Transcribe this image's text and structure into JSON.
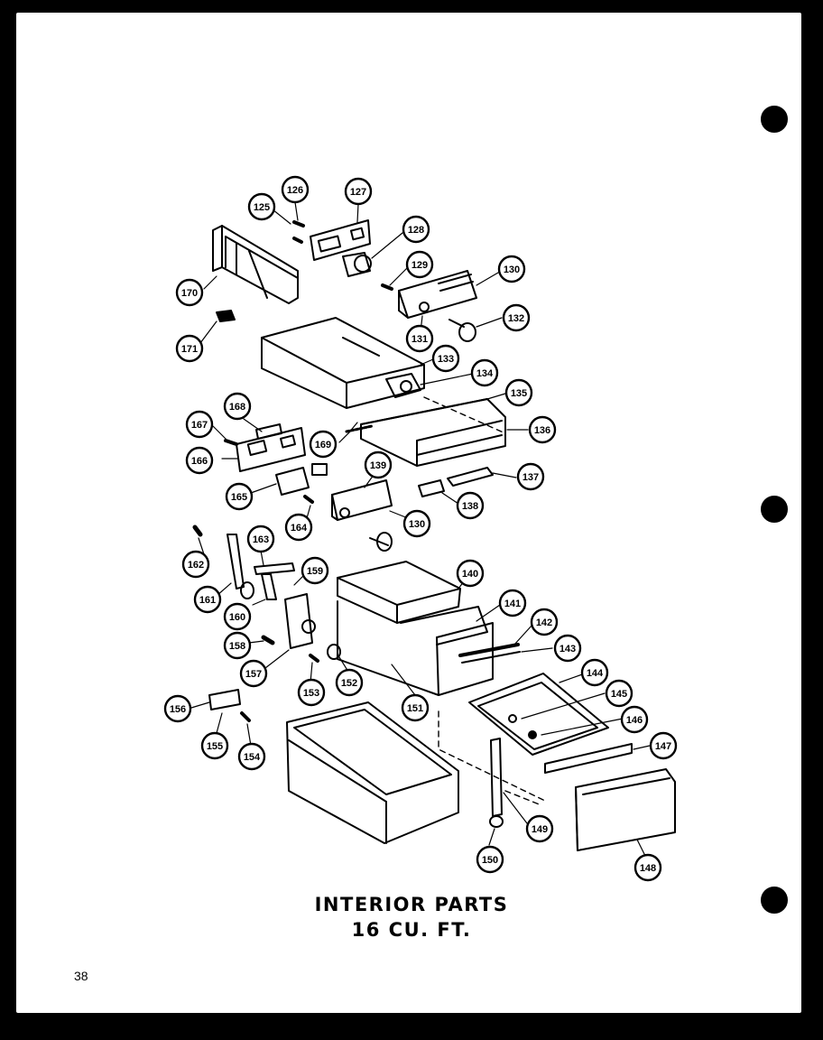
{
  "title": {
    "line1": "INTERIOR PARTS",
    "line2": "16 CU. FT."
  },
  "page_number": "38",
  "callouts": [
    {
      "id": "c125",
      "label": "125"
    },
    {
      "id": "c126",
      "label": "126"
    },
    {
      "id": "c127",
      "label": "127"
    },
    {
      "id": "c128",
      "label": "128"
    },
    {
      "id": "c129",
      "label": "129"
    },
    {
      "id": "c130a",
      "label": "130"
    },
    {
      "id": "c131",
      "label": "131"
    },
    {
      "id": "c132",
      "label": "132"
    },
    {
      "id": "c133",
      "label": "133"
    },
    {
      "id": "c134",
      "label": "134"
    },
    {
      "id": "c135",
      "label": "135"
    },
    {
      "id": "c136",
      "label": "136"
    },
    {
      "id": "c137",
      "label": "137"
    },
    {
      "id": "c138",
      "label": "138"
    },
    {
      "id": "c139",
      "label": "139"
    },
    {
      "id": "c130b",
      "label": "130"
    },
    {
      "id": "c140",
      "label": "140"
    },
    {
      "id": "c141",
      "label": "141"
    },
    {
      "id": "c142",
      "label": "142"
    },
    {
      "id": "c143",
      "label": "143"
    },
    {
      "id": "c144",
      "label": "144"
    },
    {
      "id": "c145",
      "label": "145"
    },
    {
      "id": "c146",
      "label": "146"
    },
    {
      "id": "c147",
      "label": "147"
    },
    {
      "id": "c148",
      "label": "148"
    },
    {
      "id": "c149",
      "label": "149"
    },
    {
      "id": "c150",
      "label": "150"
    },
    {
      "id": "c151",
      "label": "151"
    },
    {
      "id": "c152",
      "label": "152"
    },
    {
      "id": "c153",
      "label": "153"
    },
    {
      "id": "c154",
      "label": "154"
    },
    {
      "id": "c155",
      "label": "155"
    },
    {
      "id": "c156",
      "label": "156"
    },
    {
      "id": "c157",
      "label": "157"
    },
    {
      "id": "c158",
      "label": "158"
    },
    {
      "id": "c159",
      "label": "159"
    },
    {
      "id": "c160",
      "label": "160"
    },
    {
      "id": "c161",
      "label": "161"
    },
    {
      "id": "c162",
      "label": "162"
    },
    {
      "id": "c163",
      "label": "163"
    },
    {
      "id": "c164",
      "label": "164"
    },
    {
      "id": "c165",
      "label": "165"
    },
    {
      "id": "c166",
      "label": "166"
    },
    {
      "id": "c167",
      "label": "167"
    },
    {
      "id": "c168",
      "label": "168"
    },
    {
      "id": "c169",
      "label": "169"
    },
    {
      "id": "c170",
      "label": "170"
    },
    {
      "id": "c171",
      "label": "171"
    }
  ]
}
